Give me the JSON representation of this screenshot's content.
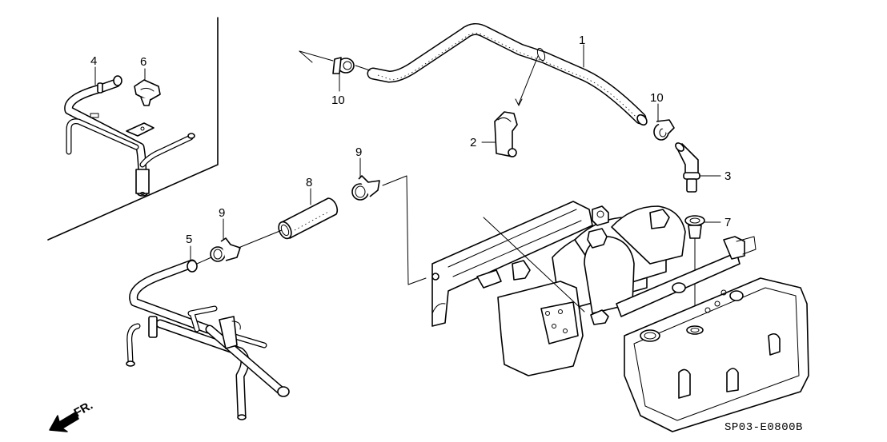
{
  "diagram": {
    "title": "Breather tube / water pipe exploded parts view",
    "drawing_code": "SP03-E0800B",
    "front_indicator": "FR.",
    "callouts": [
      {
        "id": "1",
        "label": "1",
        "part": "breather-hose"
      },
      {
        "id": "2",
        "label": "2",
        "part": "hose-clamp-bracket"
      },
      {
        "id": "3",
        "label": "3",
        "part": "pcv-valve"
      },
      {
        "id": "4",
        "label": "4",
        "part": "water-pipe-upper"
      },
      {
        "id": "5",
        "label": "5",
        "part": "water-pipe-lower"
      },
      {
        "id": "6",
        "label": "6",
        "part": "pipe-clip"
      },
      {
        "id": "7",
        "label": "7",
        "part": "pcv-grommet"
      },
      {
        "id": "8",
        "label": "8",
        "part": "connecting-hose"
      },
      {
        "id": "9a",
        "label": "9",
        "part": "hose-clamp"
      },
      {
        "id": "9b",
        "label": "9",
        "part": "hose-clamp"
      },
      {
        "id": "10a",
        "label": "10",
        "part": "hose-clip"
      },
      {
        "id": "10b",
        "label": "10",
        "part": "hose-clip"
      }
    ]
  }
}
